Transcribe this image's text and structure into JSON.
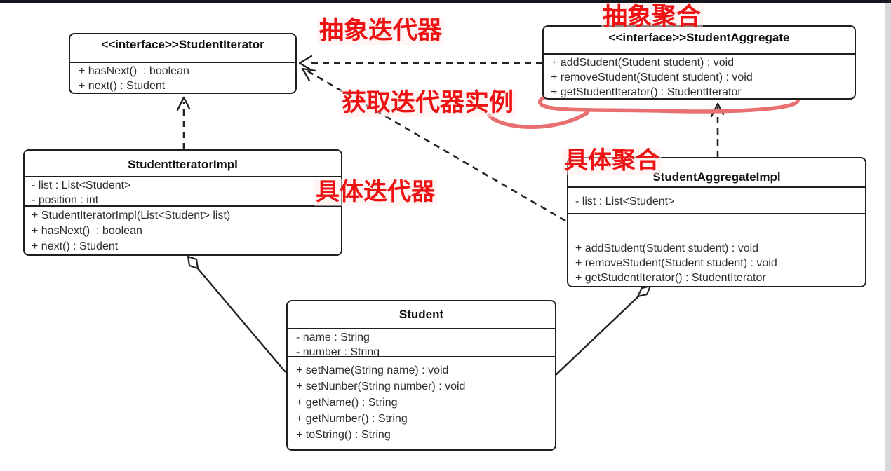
{
  "classes": {
    "student_iterator": {
      "title": "<<interface>>StudentIterator",
      "methods": [
        "+ hasNext()  : boolean",
        "+ next() : Student"
      ]
    },
    "student_aggregate": {
      "title": "<<interface>>StudentAggregate",
      "methods": [
        "+ addStudent(Student student) : void",
        "+ removeStudent(Student student) : void",
        "+ getStudentIterator() : StudentIterator"
      ]
    },
    "student_iterator_impl": {
      "title": "StudentIteratorImpl",
      "attributes": [
        "- list : List<Student>",
        "- position : int"
      ],
      "methods": [
        "+ StudentIteratorImpl(List<Student> list)",
        "+ hasNext()  : boolean",
        "+ next() : Student"
      ]
    },
    "student_aggregate_impl": {
      "title": "StudentAggregateImpl",
      "attributes": [
        "- list : List<Student>"
      ],
      "methods": [
        "+ addStudent(Student student) : void",
        "+ removeStudent(Student student) : void",
        "+ getStudentIterator() : StudentIterator"
      ]
    },
    "student": {
      "title": "Student",
      "attributes": [
        "- name : String",
        "- number : String"
      ],
      "methods": [
        "+ setName(String name) : void",
        "+ setNunber(String number) : void",
        "+ getName() : String",
        "+ getNumber() : String",
        "+ toString() : String"
      ]
    }
  },
  "annotations": {
    "abstract_iterator": "抽象迭代器",
    "abstract_aggregate": "抽象聚合",
    "get_iterator_instance": "获取迭代器实例",
    "concrete_aggregate": "具体聚合",
    "concrete_iterator": "具体迭代器"
  },
  "colors": {
    "annotation_red": "#ee1111",
    "highlight_red": "#e87070",
    "box_border": "#1f1f1f",
    "member_text": "#2d2d2d",
    "top_bar": "#16161e",
    "right_strip": "#d9d9d9"
  }
}
